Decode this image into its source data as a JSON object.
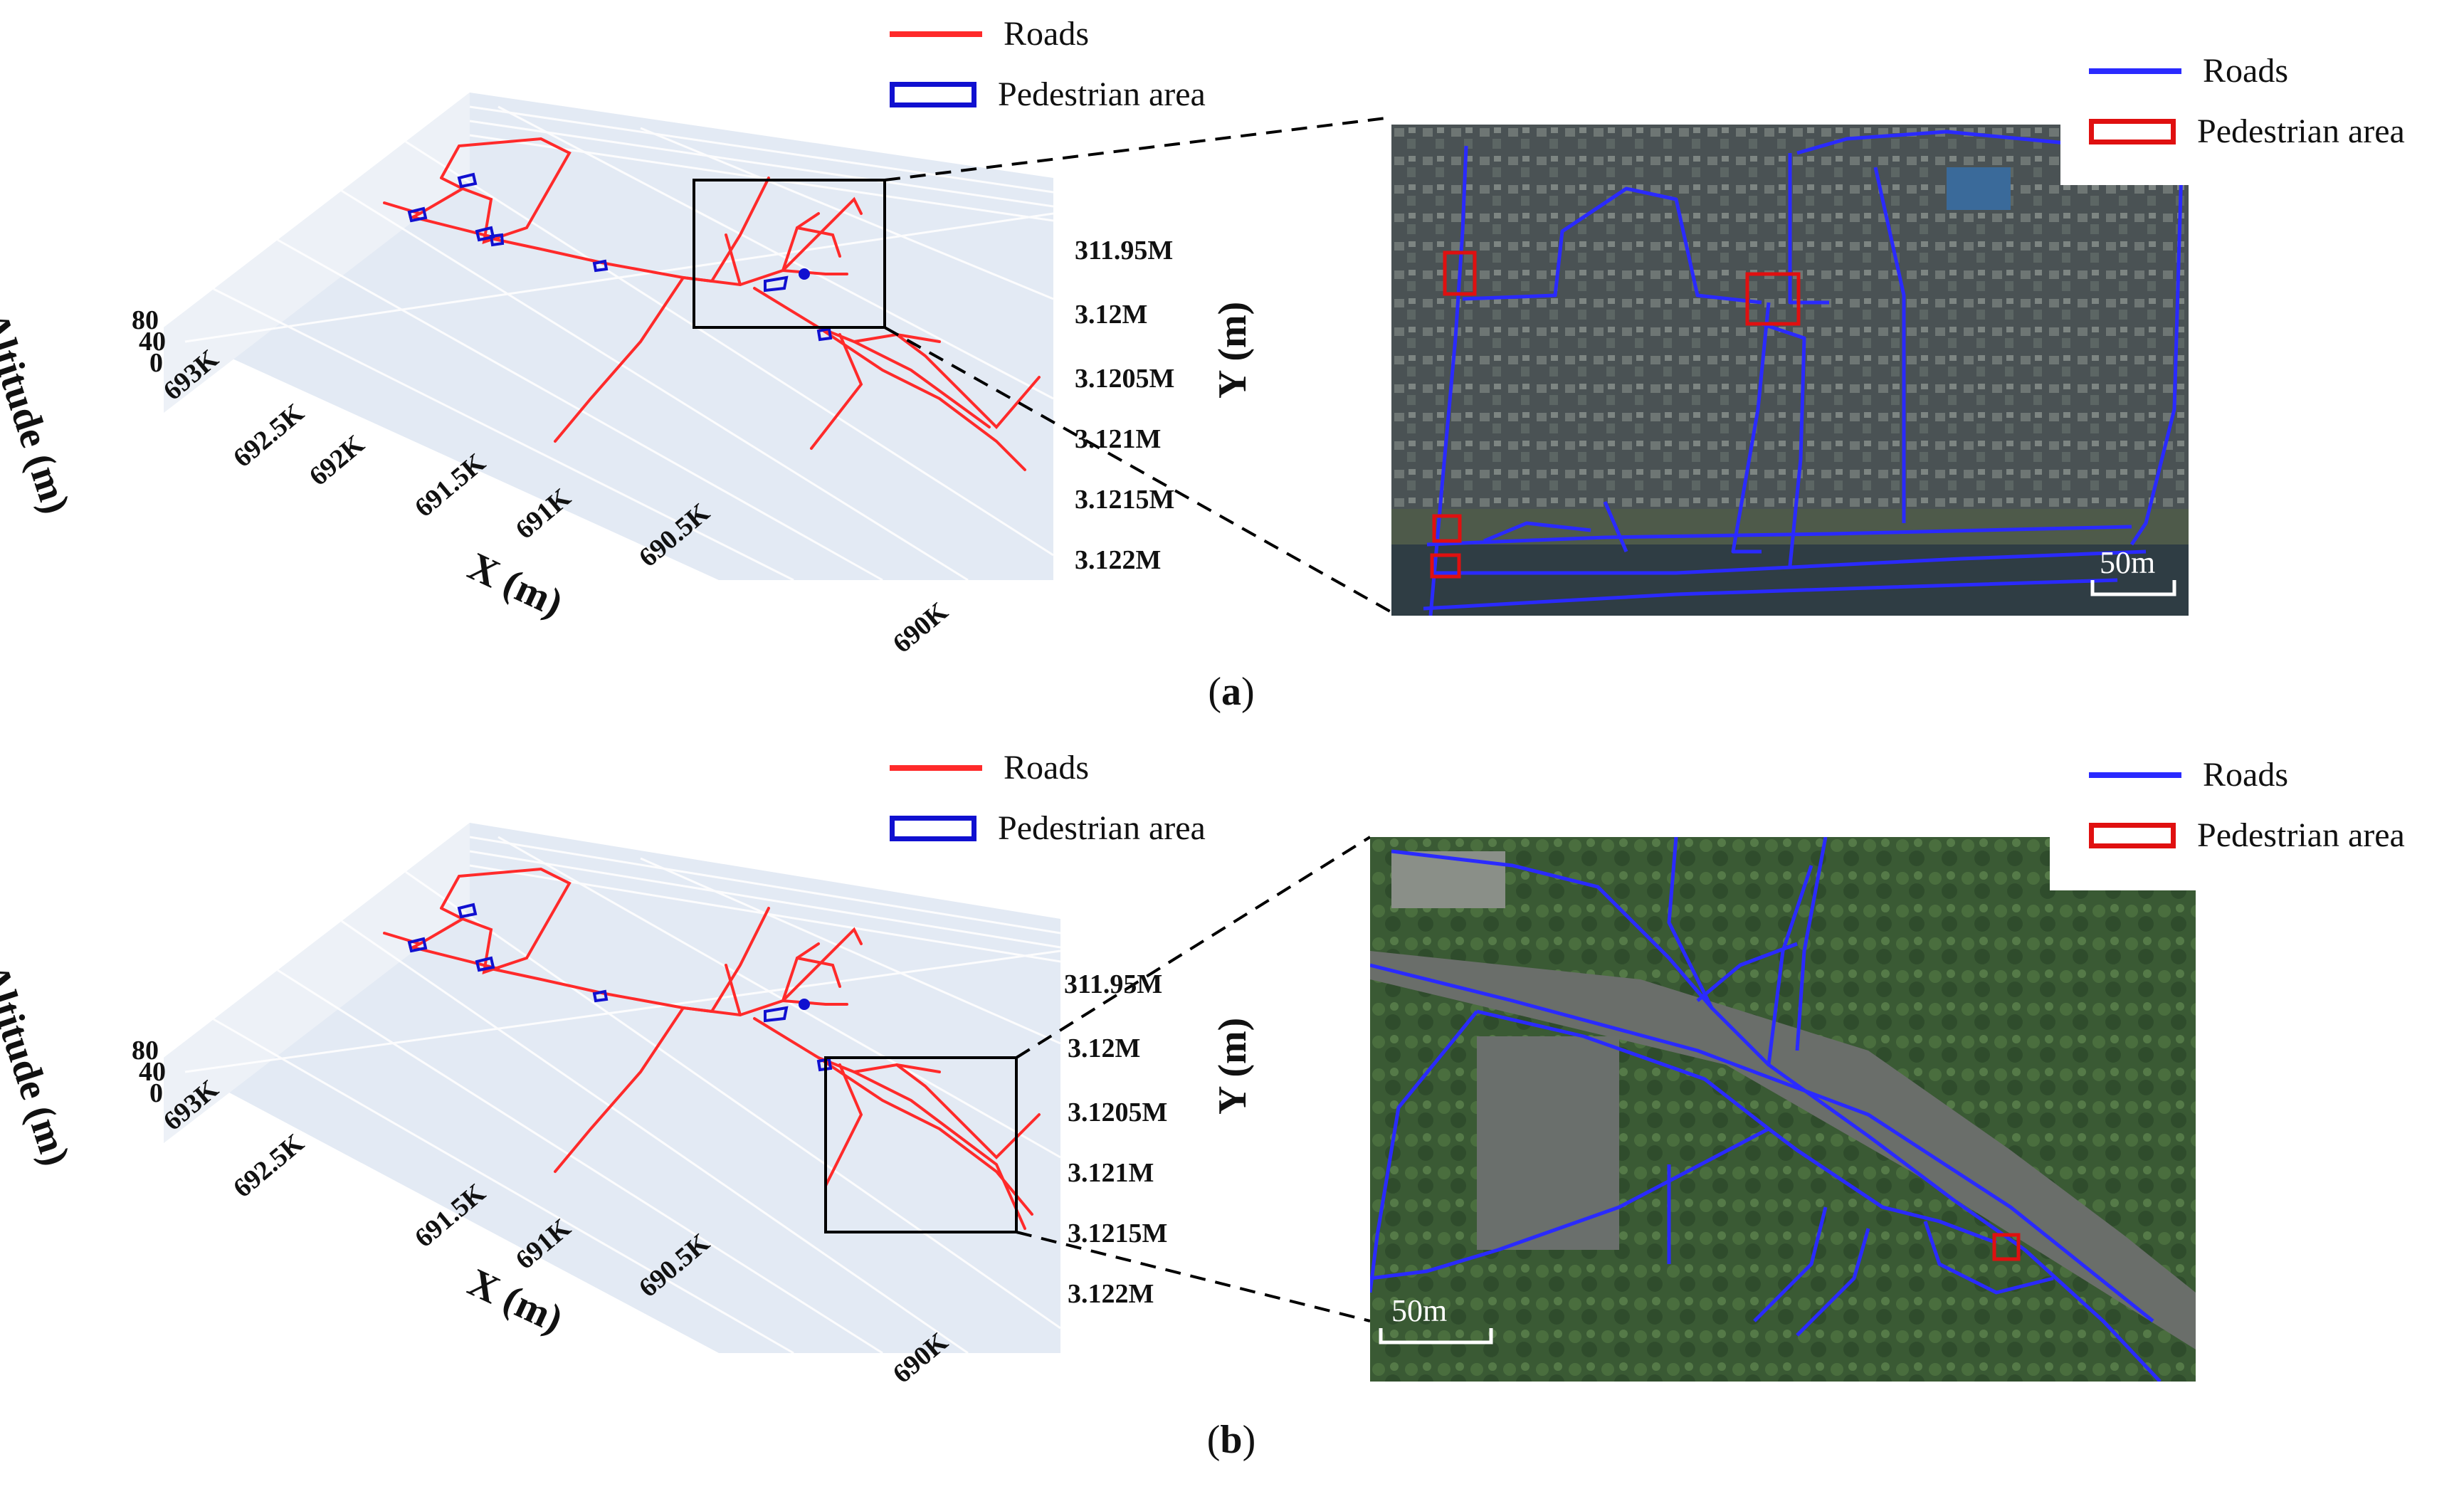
{
  "panels": [
    {
      "id": "a",
      "caption": "a",
      "plot_legend": {
        "roads": "Roads",
        "pedestrian_area": "Pedestrian area"
      },
      "map_legend": {
        "roads": "Roads",
        "pedestrian_area": "Pedestrian area"
      },
      "axes": {
        "x_title": "X (m)",
        "y_title": "Y (m)",
        "z_title": "Altitude (m)",
        "x_ticks": [
          "693K",
          "692.5K",
          "692K",
          "691.5K",
          "691K",
          "690.5K",
          "690K"
        ],
        "y_ticks": [
          "311.95M",
          "3.12M",
          "3.1205M",
          "3.121M",
          "3.1215M",
          "3.122M"
        ],
        "z_ticks": [
          "80",
          "40",
          "0"
        ]
      },
      "scale_label": "50m"
    },
    {
      "id": "b",
      "caption": "b",
      "plot_legend": {
        "roads": "Roads",
        "pedestrian_area": "Pedestrian area"
      },
      "map_legend": {
        "roads": "Roads",
        "pedestrian_area": "Pedestrian area"
      },
      "axes": {
        "x_title": "X (m)",
        "y_title": "Y (m)",
        "z_title": "Altitude (m)",
        "x_ticks": [
          "693K",
          "692.5K",
          "691.5K",
          "691K",
          "690.5K",
          "690K"
        ],
        "y_ticks": [
          "311.95M",
          "3.12M",
          "3.1205M",
          "3.121M",
          "3.1215M",
          "3.122M"
        ],
        "z_ticks": [
          "80",
          "40",
          "0"
        ]
      },
      "scale_label": "50m"
    }
  ],
  "colors": {
    "road_red": "#ff2a2a",
    "pedestrian_blue": "#1010d0",
    "map_road_blue": "#2a2aff",
    "map_ped_red": "#e01010",
    "plot_bg": "#e3eaf4",
    "map_urban": "#3d4547",
    "map_green": "#3c5a38"
  }
}
